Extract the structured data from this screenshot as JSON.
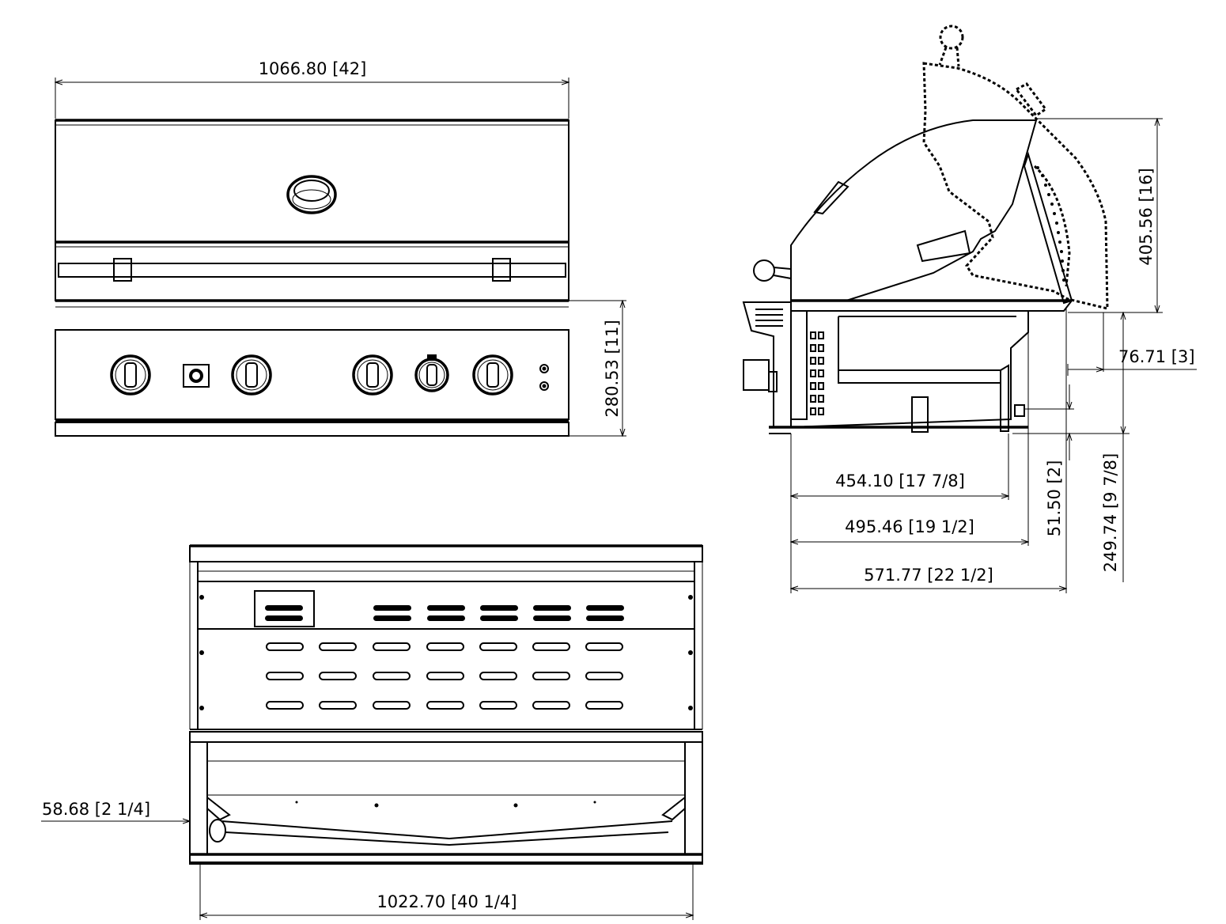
{
  "dimensions": {
    "front_width": "1066.80 [42]",
    "front_height": "280.53 [11]",
    "side_lid_height": "405.56 [16]",
    "side_rear_offset": "76.71 [3]",
    "side_depth_a": "454.10 [17 7/8]",
    "side_depth_b": "495.46 [19 1/2]",
    "side_depth_c": "571.77 [22 1/2]",
    "side_gas_height": "51.50 [2]",
    "side_body_height": "249.74 [9 7/8]",
    "rear_offset": "58.68 [2 1/4]",
    "rear_width": "1022.70 [40 1/4]"
  }
}
